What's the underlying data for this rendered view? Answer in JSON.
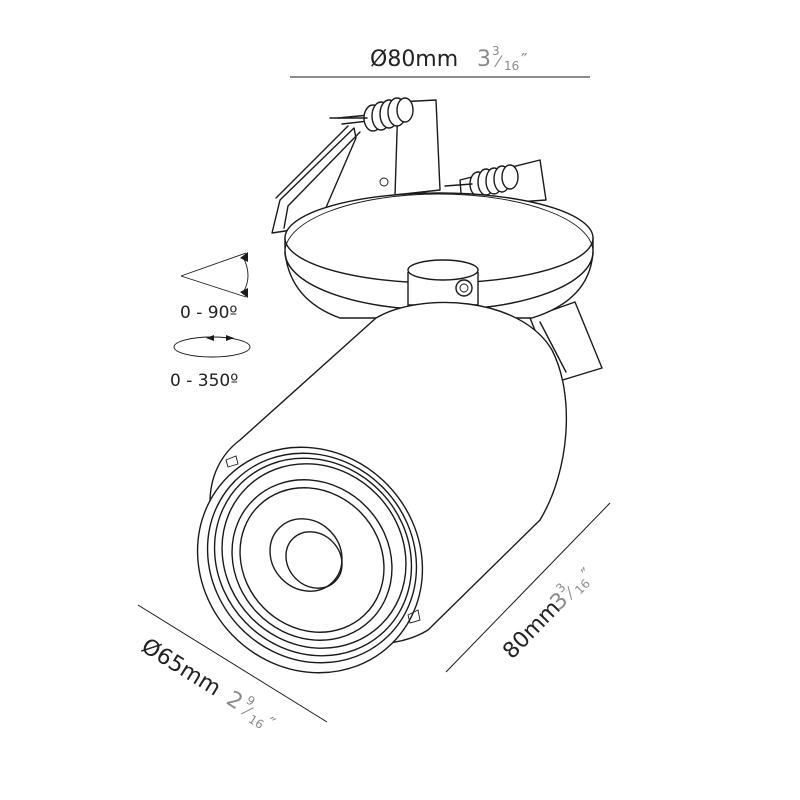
{
  "dimensions": {
    "top": {
      "metric": "Ø80mm",
      "imperial_whole": "3",
      "imperial_num": "3",
      "imperial_den": "16",
      "inch_mark": "″"
    },
    "right": {
      "metric": "80mm",
      "imperial_whole": "3",
      "imperial_num": "3",
      "imperial_den": "16",
      "inch_mark": "″"
    },
    "bottom": {
      "metric": "Ø65mm",
      "imperial_whole": "2",
      "imperial_num": "9",
      "imperial_den": "16",
      "inch_mark": "″"
    }
  },
  "rotation": {
    "tilt_label": "0 - 90º",
    "pan_label": "0 - 350º"
  },
  "icons": {
    "tilt": "tilt-angle-icon",
    "pan": "pan-rotation-icon"
  }
}
